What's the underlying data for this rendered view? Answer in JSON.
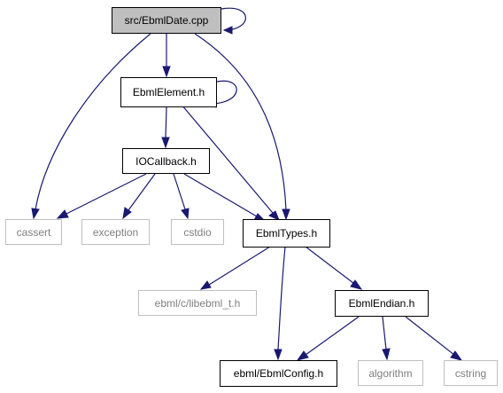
{
  "graph": {
    "nodes": {
      "ebmldate_cpp": {
        "label": "src/EbmlDate.cpp"
      },
      "ebmlelement_h": {
        "label": "EbmlElement.h"
      },
      "iocallback_h": {
        "label": "IOCallback.h"
      },
      "cassert": {
        "label": "cassert"
      },
      "exception": {
        "label": "exception"
      },
      "cstdio": {
        "label": "cstdio"
      },
      "ebmltypes_h": {
        "label": "EbmlTypes.h"
      },
      "libebml_t_h": {
        "label": "ebml/c/libebml_t.h"
      },
      "ebmlendian_h": {
        "label": "EbmlEndian.h"
      },
      "ebmlconfig_h": {
        "label": "ebml/EbmlConfig.h"
      },
      "algorithm": {
        "label": "algorithm"
      },
      "cstring": {
        "label": "cstring"
      }
    },
    "edges": [
      {
        "from": "src/EbmlDate.cpp",
        "to": "src/EbmlDate.cpp"
      },
      {
        "from": "src/EbmlDate.cpp",
        "to": "EbmlElement.h"
      },
      {
        "from": "src/EbmlDate.cpp",
        "to": "cassert"
      },
      {
        "from": "src/EbmlDate.cpp",
        "to": "EbmlTypes.h"
      },
      {
        "from": "EbmlElement.h",
        "to": "EbmlElement.h"
      },
      {
        "from": "EbmlElement.h",
        "to": "IOCallback.h"
      },
      {
        "from": "EbmlElement.h",
        "to": "EbmlTypes.h"
      },
      {
        "from": "IOCallback.h",
        "to": "cassert"
      },
      {
        "from": "IOCallback.h",
        "to": "exception"
      },
      {
        "from": "IOCallback.h",
        "to": "cstdio"
      },
      {
        "from": "IOCallback.h",
        "to": "EbmlTypes.h"
      },
      {
        "from": "EbmlTypes.h",
        "to": "ebml/c/libebml_t.h"
      },
      {
        "from": "EbmlTypes.h",
        "to": "ebml/EbmlConfig.h"
      },
      {
        "from": "EbmlTypes.h",
        "to": "EbmlEndian.h"
      },
      {
        "from": "EbmlEndian.h",
        "to": "ebml/EbmlConfig.h"
      },
      {
        "from": "EbmlEndian.h",
        "to": "algorithm"
      },
      {
        "from": "EbmlEndian.h",
        "to": "cstring"
      }
    ],
    "colors": {
      "edge": "#191970",
      "root_fill": "#bfbfbf",
      "node_border": "#000000",
      "external_border": "#bfbfbf",
      "external_text": "#7f7f7f"
    }
  }
}
